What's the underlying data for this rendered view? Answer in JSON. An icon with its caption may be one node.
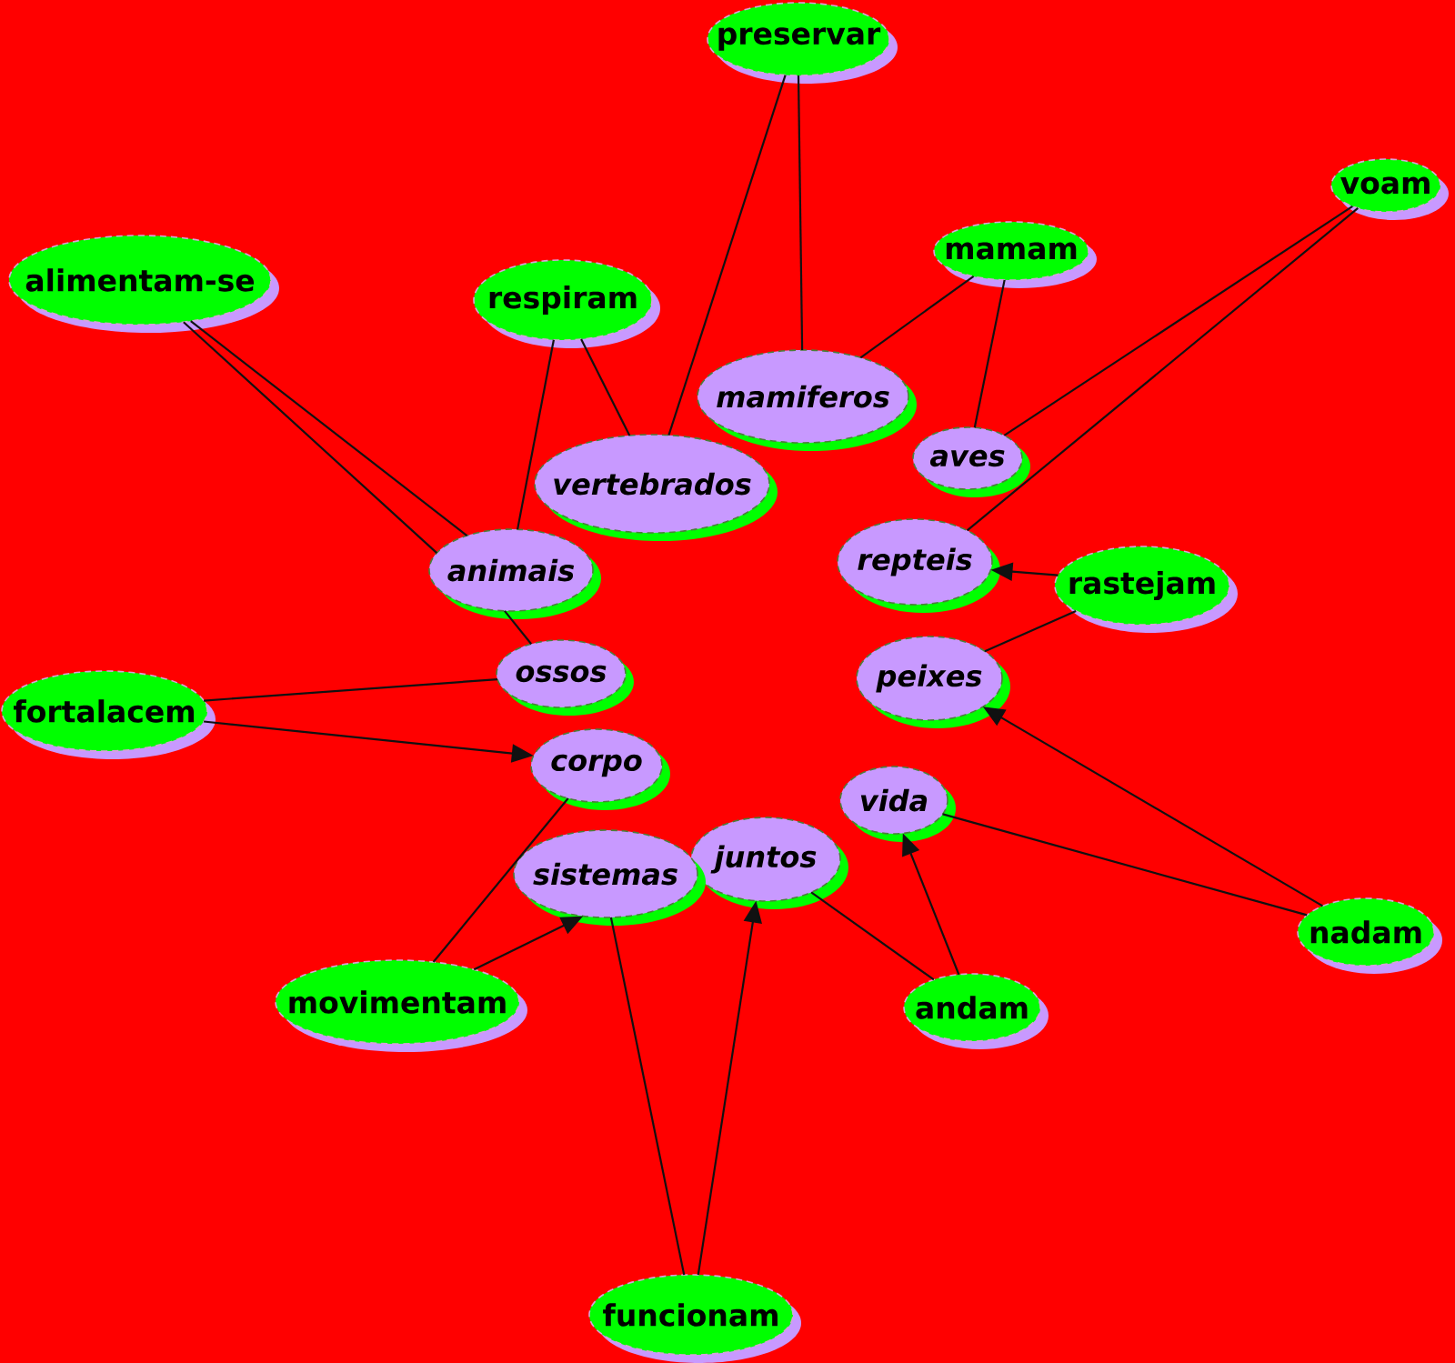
{
  "diagram": {
    "nodes": [
      {
        "text": [
          "preservar"
        ]
      },
      {
        "text": [
          "voam"
        ]
      },
      {
        "text": [
          "mamam"
        ]
      },
      {
        "text": [
          "alimentam-se"
        ]
      },
      {
        "text": [
          "respiram"
        ]
      },
      {
        "text": [
          "mamiferos"
        ]
      },
      {
        "text": [
          "aves"
        ]
      },
      {
        "text": [
          "vertebrados"
        ]
      },
      {
        "text": [
          "repteis"
        ]
      },
      {
        "text": [
          "animais"
        ]
      },
      {
        "text": [
          "rastejam"
        ]
      },
      {
        "text": [
          "ossos"
        ]
      },
      {
        "text": [
          "peixes"
        ]
      },
      {
        "text": [
          "fortalacem"
        ]
      },
      {
        "text": [
          "corpo"
        ]
      },
      {
        "text": [
          "vida"
        ]
      },
      {
        "text": [
          "juntos"
        ]
      },
      {
        "text": [
          "sistemas"
        ]
      },
      {
        "text": [
          "nadam"
        ]
      },
      {
        "text": [
          "movimentam"
        ]
      },
      {
        "text": [
          "andam"
        ]
      },
      {
        "text": [
          "funcionam"
        ]
      }
    ],
    "edges": [
      {
        "from": 0,
        "to": 7,
        "arrow": "none"
      },
      {
        "from": 0,
        "to": 5,
        "arrow": "none"
      },
      {
        "from": 9,
        "to": 3,
        "arrow": "none"
      },
      {
        "from": 3,
        "to": 9,
        "arrow": "none"
      },
      {
        "from": 9,
        "to": 4,
        "arrow": "none"
      },
      {
        "from": 4,
        "to": 7,
        "arrow": "none"
      },
      {
        "from": 5,
        "to": 2,
        "arrow": "none"
      },
      {
        "from": 2,
        "to": 6,
        "arrow": "none"
      },
      {
        "from": 6,
        "to": 1,
        "arrow": "none"
      },
      {
        "from": 1,
        "to": 8,
        "arrow": "none"
      },
      {
        "from": 10,
        "to": 8,
        "arrow": "to"
      },
      {
        "from": 12,
        "to": 10,
        "arrow": "none"
      },
      {
        "from": 9,
        "to": 11,
        "arrow": "none"
      },
      {
        "from": 11,
        "to": 13,
        "arrow": "none"
      },
      {
        "from": 13,
        "to": 14,
        "arrow": "to"
      },
      {
        "from": 14,
        "to": 19,
        "arrow": "none"
      },
      {
        "from": 19,
        "to": 17,
        "arrow": "to"
      },
      {
        "from": 17,
        "to": 21,
        "arrow": "none"
      },
      {
        "from": 21,
        "to": 16,
        "arrow": "to"
      },
      {
        "from": 16,
        "to": 20,
        "arrow": "none"
      },
      {
        "from": 20,
        "to": 15,
        "arrow": "to"
      },
      {
        "from": 15,
        "to": 18,
        "arrow": "none"
      },
      {
        "from": 18,
        "to": 12,
        "arrow": "to"
      }
    ]
  }
}
